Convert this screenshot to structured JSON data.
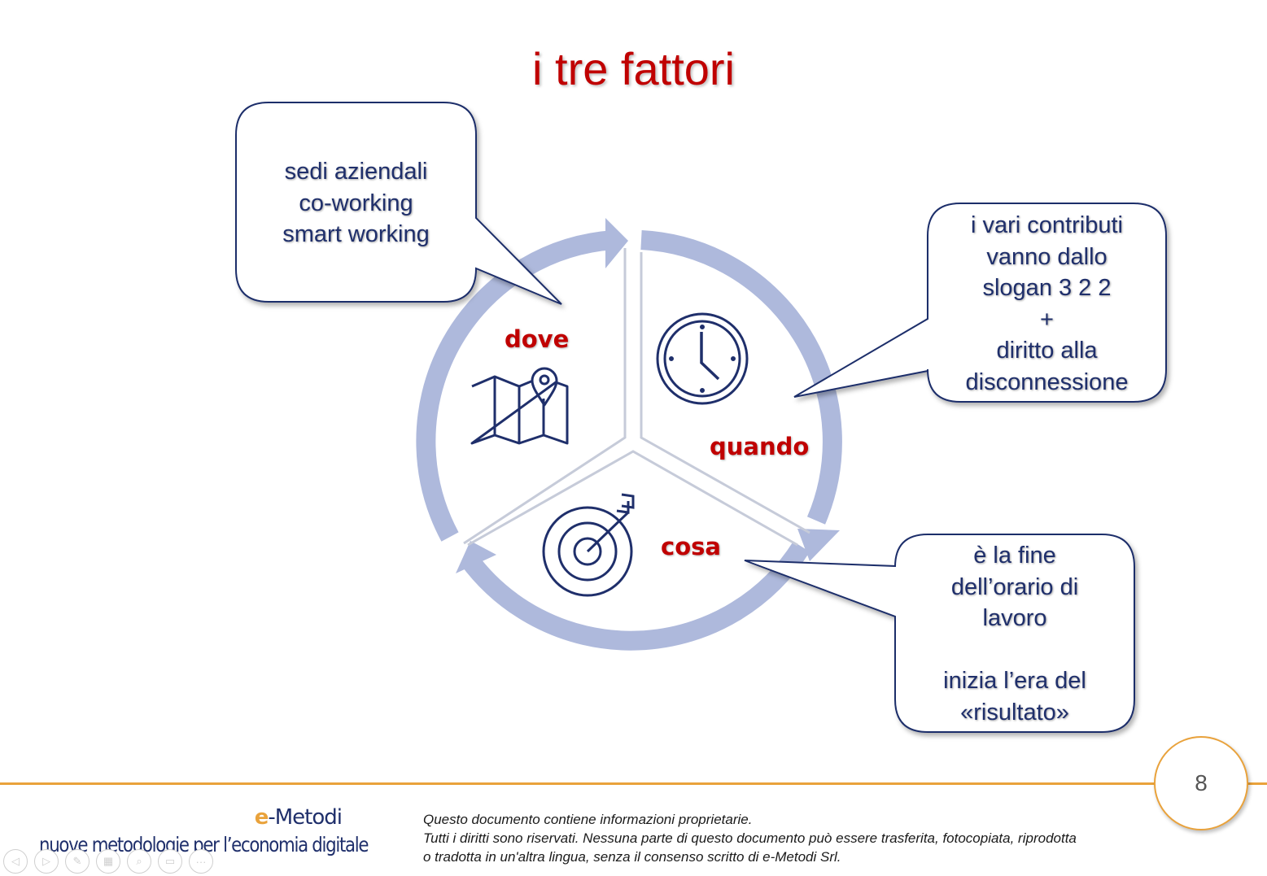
{
  "slide": {
    "title": "i tre fattori",
    "page_number": "8"
  },
  "segments": {
    "dove": "dove",
    "quando": "quando",
    "cosa": "cosa"
  },
  "callouts": {
    "dove_text": "sedi aziendali\nco-working\nsmart working",
    "quando_text": "i vari contributi\nvanno dallo\nslogan 3 2 2\n+\ndiritto alla\ndisconnessione",
    "cosa_text": "è la fine\ndell’orario di\nlavoro\n\ninizia l’era del\n«risultato»"
  },
  "icons": {
    "dove": "map-pin-icon",
    "quando": "clock-icon",
    "cosa": "target-icon"
  },
  "footer": {
    "brand_e": "e",
    "brand_rest": "-Metodi",
    "tagline": "nuove metodologie per l’economia digitale",
    "disclaimer_line1": "Questo documento contiene informazioni proprietarie.",
    "disclaimer_line2": "Tutti i diritti sono riservati. Nessuna parte di questo documento può essere trasferita, fotocopiata, riprodotta",
    "disclaimer_line3": "o tradotta in un'altra lingua, senza il consenso scritto di e-Metodi Srl."
  },
  "toolbar": {
    "prev": "◁",
    "next": "▷",
    "pen": "✎",
    "slides": "▦",
    "zoom": "⌕",
    "subtitles": "▭",
    "more": "···"
  },
  "colors": {
    "accent_red": "#c00000",
    "navy": "#1f2f6b",
    "ring": "#aeb9dc",
    "orange": "#e9a23b"
  }
}
